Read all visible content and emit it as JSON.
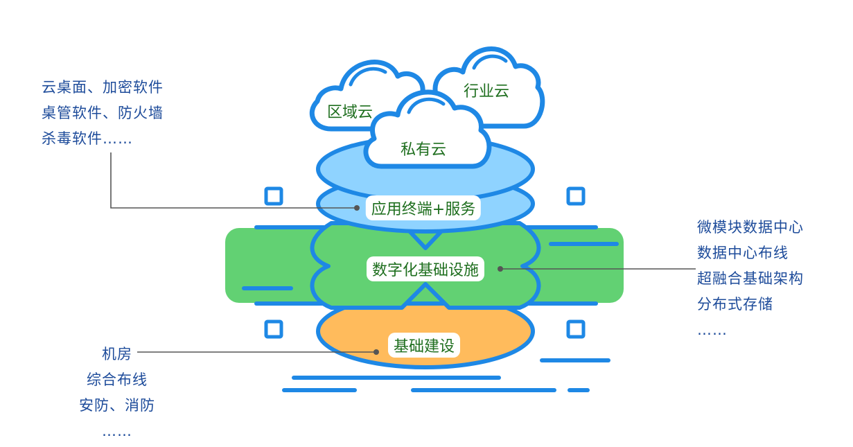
{
  "clouds": {
    "regional": "区域云",
    "industry": "行业云",
    "private": "私有云"
  },
  "layers": {
    "terminal_service": "应用终端+服务",
    "digital_infra": "数字化基础设施",
    "basic_construction": "基础建设"
  },
  "notes": {
    "top_left": [
      "云桌面、加密软件",
      "桌管软件、防火墙",
      "杀毒软件……"
    ],
    "right": [
      "微模块数据中心",
      "数据中心布线",
      "超融合基础架构",
      "分布式存储",
      "……"
    ],
    "bottom_left": [
      "机房",
      "综合布线",
      "安防、消防",
      "……"
    ]
  },
  "colors": {
    "outline": "#1e88e5",
    "cloud_fill": "#ffffff",
    "light_blue": "#8fd3ff",
    "green": "#62d173",
    "orange": "#ffbb5c",
    "text_blue": "#1d4b9a",
    "text_green": "#1e6e1e"
  }
}
